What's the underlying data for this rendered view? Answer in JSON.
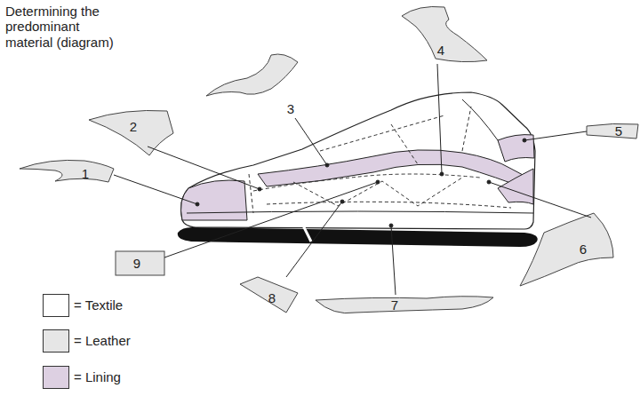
{
  "diagram": {
    "title": "Determining the predominant material (diagram)",
    "labels": [
      "1",
      "2",
      "3",
      "4",
      "5",
      "6",
      "7",
      "8",
      "9"
    ],
    "legend": [
      {
        "text": "= Textile",
        "color": "#ffffff"
      },
      {
        "text": "= Leather",
        "color": "#e6e6e6"
      },
      {
        "text": "= Lining",
        "color": "#ddd0e2"
      }
    ]
  }
}
